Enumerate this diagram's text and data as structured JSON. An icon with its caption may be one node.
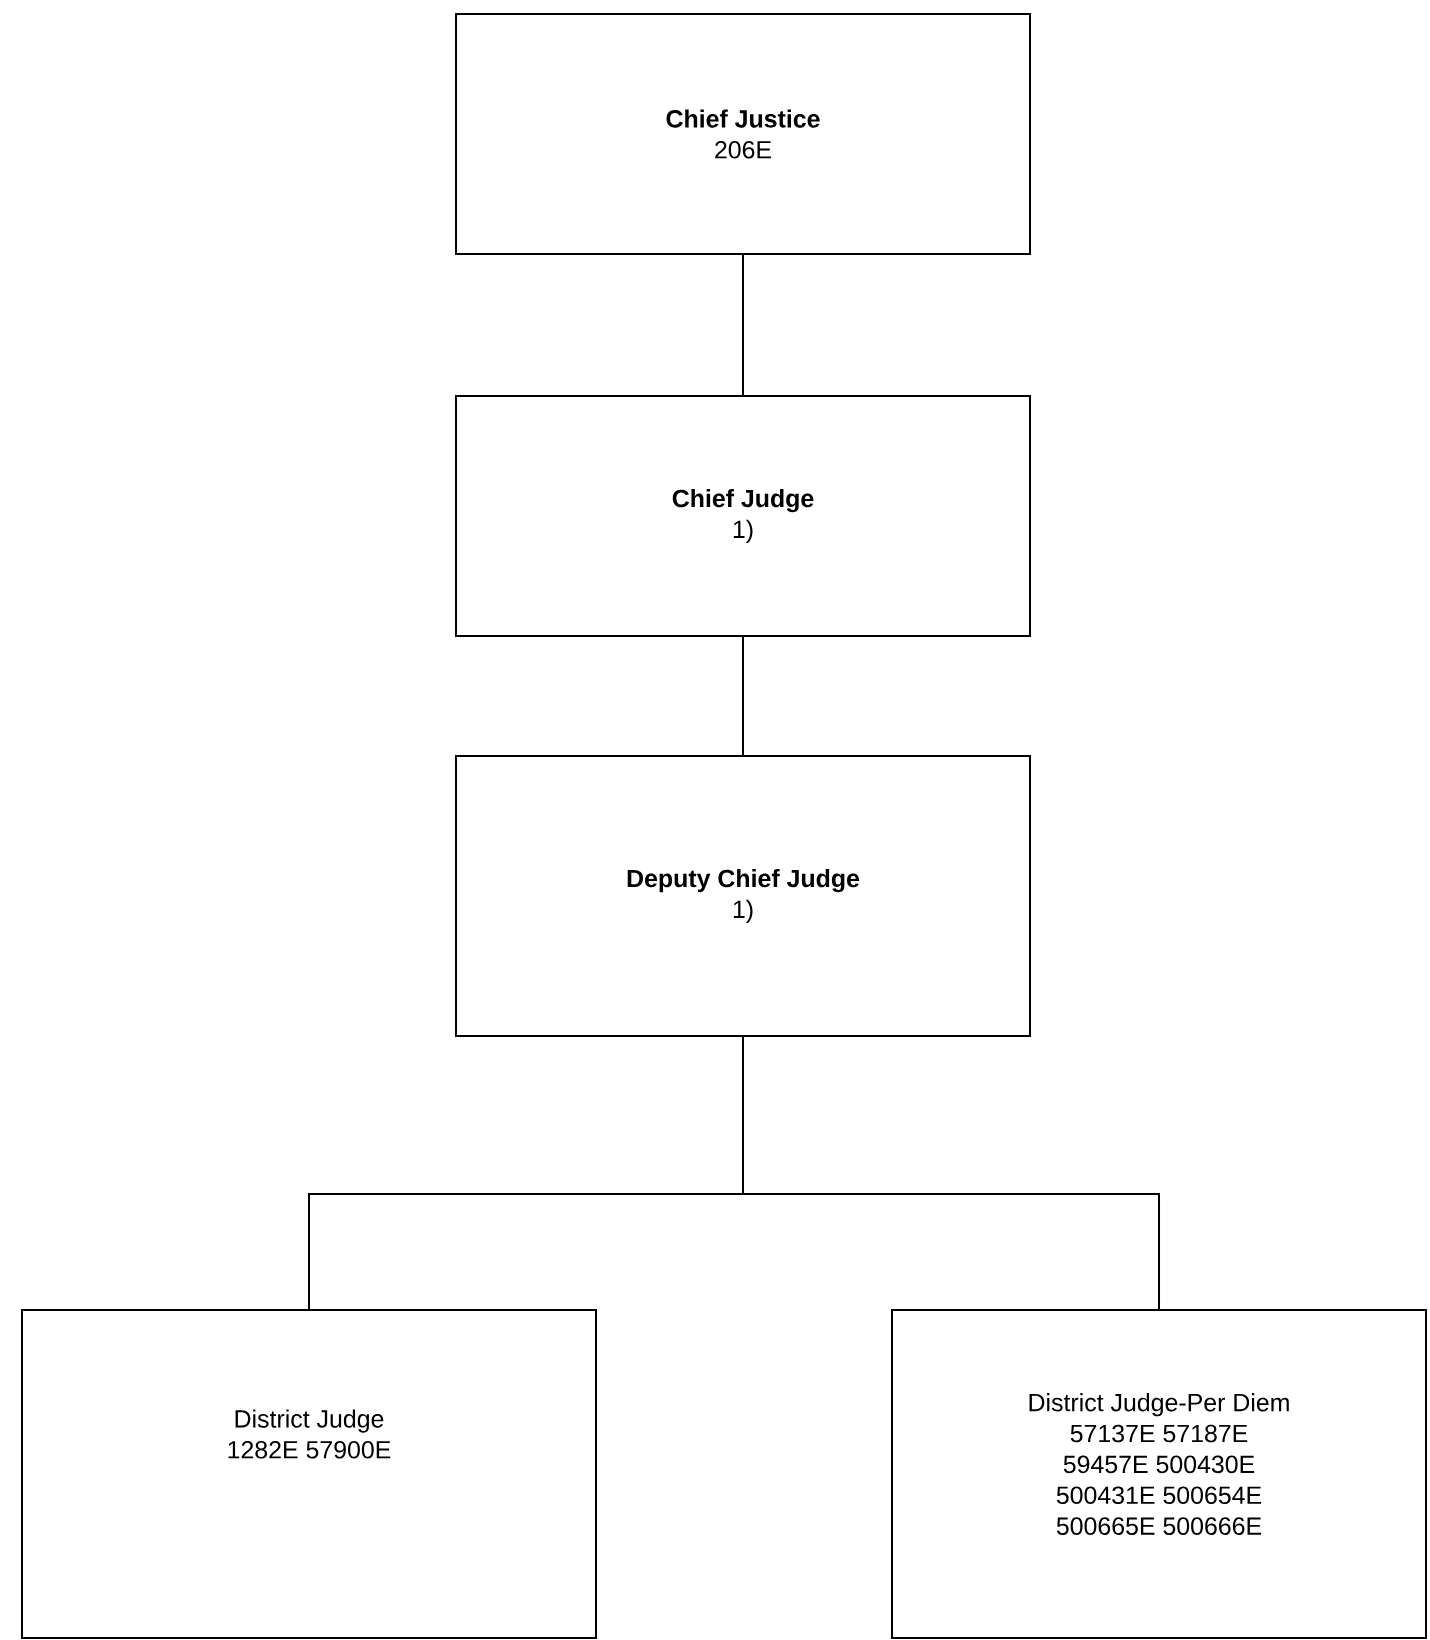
{
  "diagram": {
    "nodes": [
      {
        "text": [
          "Chief Justice",
          "206E"
        ]
      },
      {
        "text": [
          "Chief Judge",
          "1)"
        ]
      },
      {
        "text": [
          "Deputy Chief Judge",
          "1)"
        ]
      },
      {
        "text": [
          "District Judge",
          "1282E 57900E"
        ]
      },
      {
        "text": [
          "District Judge-Per Diem",
          "57137E 57187E",
          "59457E 500430E",
          "500431E 500654E",
          "500665E 500666E"
        ]
      }
    ],
    "edges": [
      {
        "from": 0,
        "to": 1,
        "arrow": "none"
      },
      {
        "from": 1,
        "to": 2,
        "arrow": "none"
      },
      {
        "from": 2,
        "to": 3,
        "arrow": "none"
      },
      {
        "from": 2,
        "to": 4,
        "arrow": "none"
      }
    ]
  }
}
